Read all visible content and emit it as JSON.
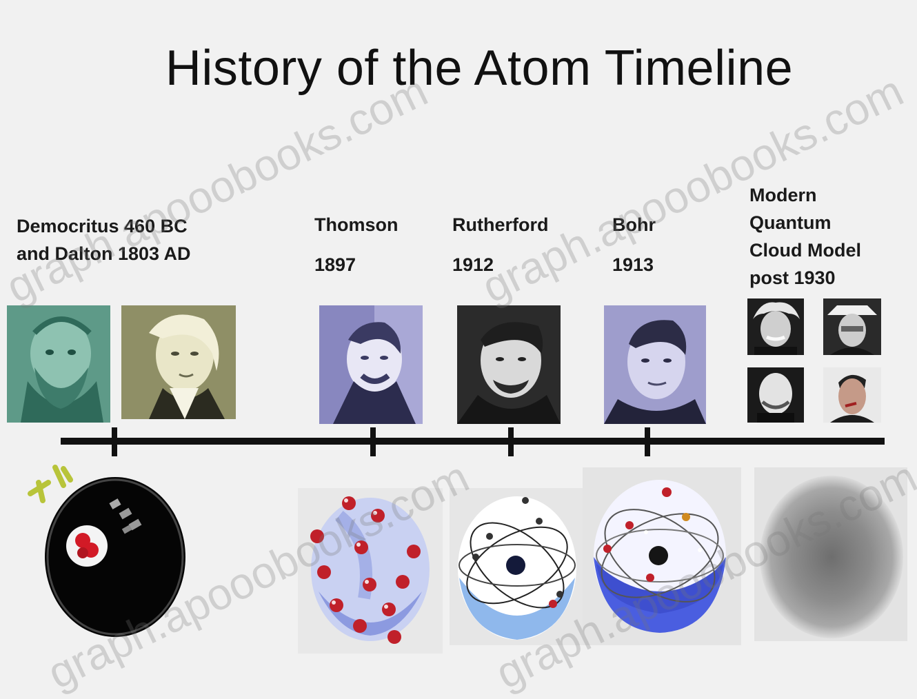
{
  "title": "History of the Atom Timeline",
  "entries": [
    {
      "id": "democritus-dalton",
      "line1": "Democritus 460 BC",
      "line2": "and Dalton 1803 AD"
    },
    {
      "id": "thomson",
      "name": "Thomson",
      "year": "1897"
    },
    {
      "id": "rutherford",
      "name": "Rutherford",
      "year": "1912"
    },
    {
      "id": "bohr",
      "name": "Bohr",
      "year": "1913"
    },
    {
      "id": "modern",
      "lines": [
        "Modern",
        "Quantum",
        "Cloud Model",
        "post 1930"
      ]
    }
  ],
  "watermark": [
    "graph.apooobooks.com",
    "graph.apooobooks.com",
    "graph.apooobooks.com",
    "graph.apooobooks.com"
  ],
  "colors": {
    "background": "#f1f1f1",
    "axis": "#111111",
    "portrait_teal": "#5f9e8c",
    "portrait_olive": "#8a8a60",
    "portrait_lavender": "#7f7fb4",
    "portrait_dark": "#2a2a2a",
    "model_blue": "#9fb4e6",
    "model_red": "#c0202a",
    "cloud_gray": "#8c8c8c"
  }
}
